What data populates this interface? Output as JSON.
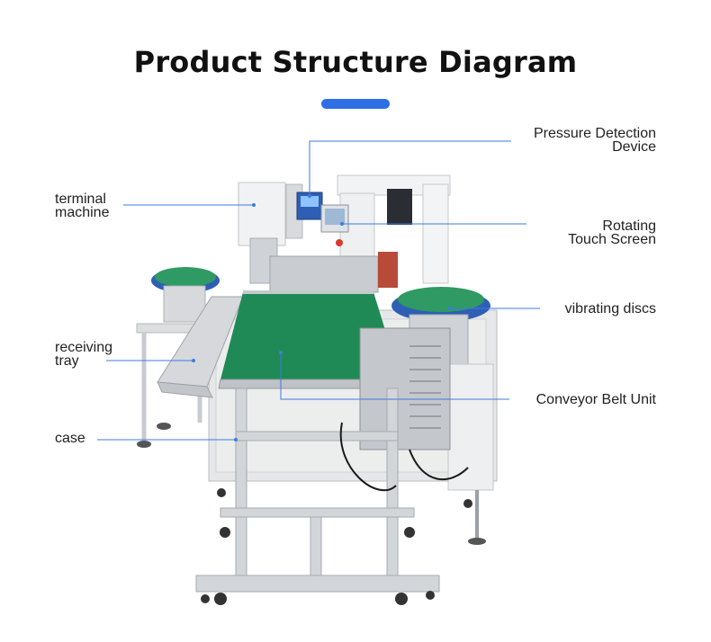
{
  "title": "Product Structure Diagram",
  "colors": {
    "accent": "#2f6fe6",
    "leader_line": "#3d7be0",
    "belt": "#1f8a56",
    "bowl": "#2e5fb5"
  },
  "labels": {
    "pressure_detection": [
      "Pressure Detection",
      "Device"
    ],
    "terminal_machine": [
      "terminal",
      "machine"
    ],
    "rotating_touch_screen": [
      "Rotating",
      "Touch Screen"
    ],
    "vibrating_discs": [
      "vibrating discs"
    ],
    "receiving_tray": [
      "receiving",
      "tray"
    ],
    "conveyor_belt_unit": [
      "Conveyor Belt Unit"
    ],
    "case": [
      "case"
    ]
  }
}
